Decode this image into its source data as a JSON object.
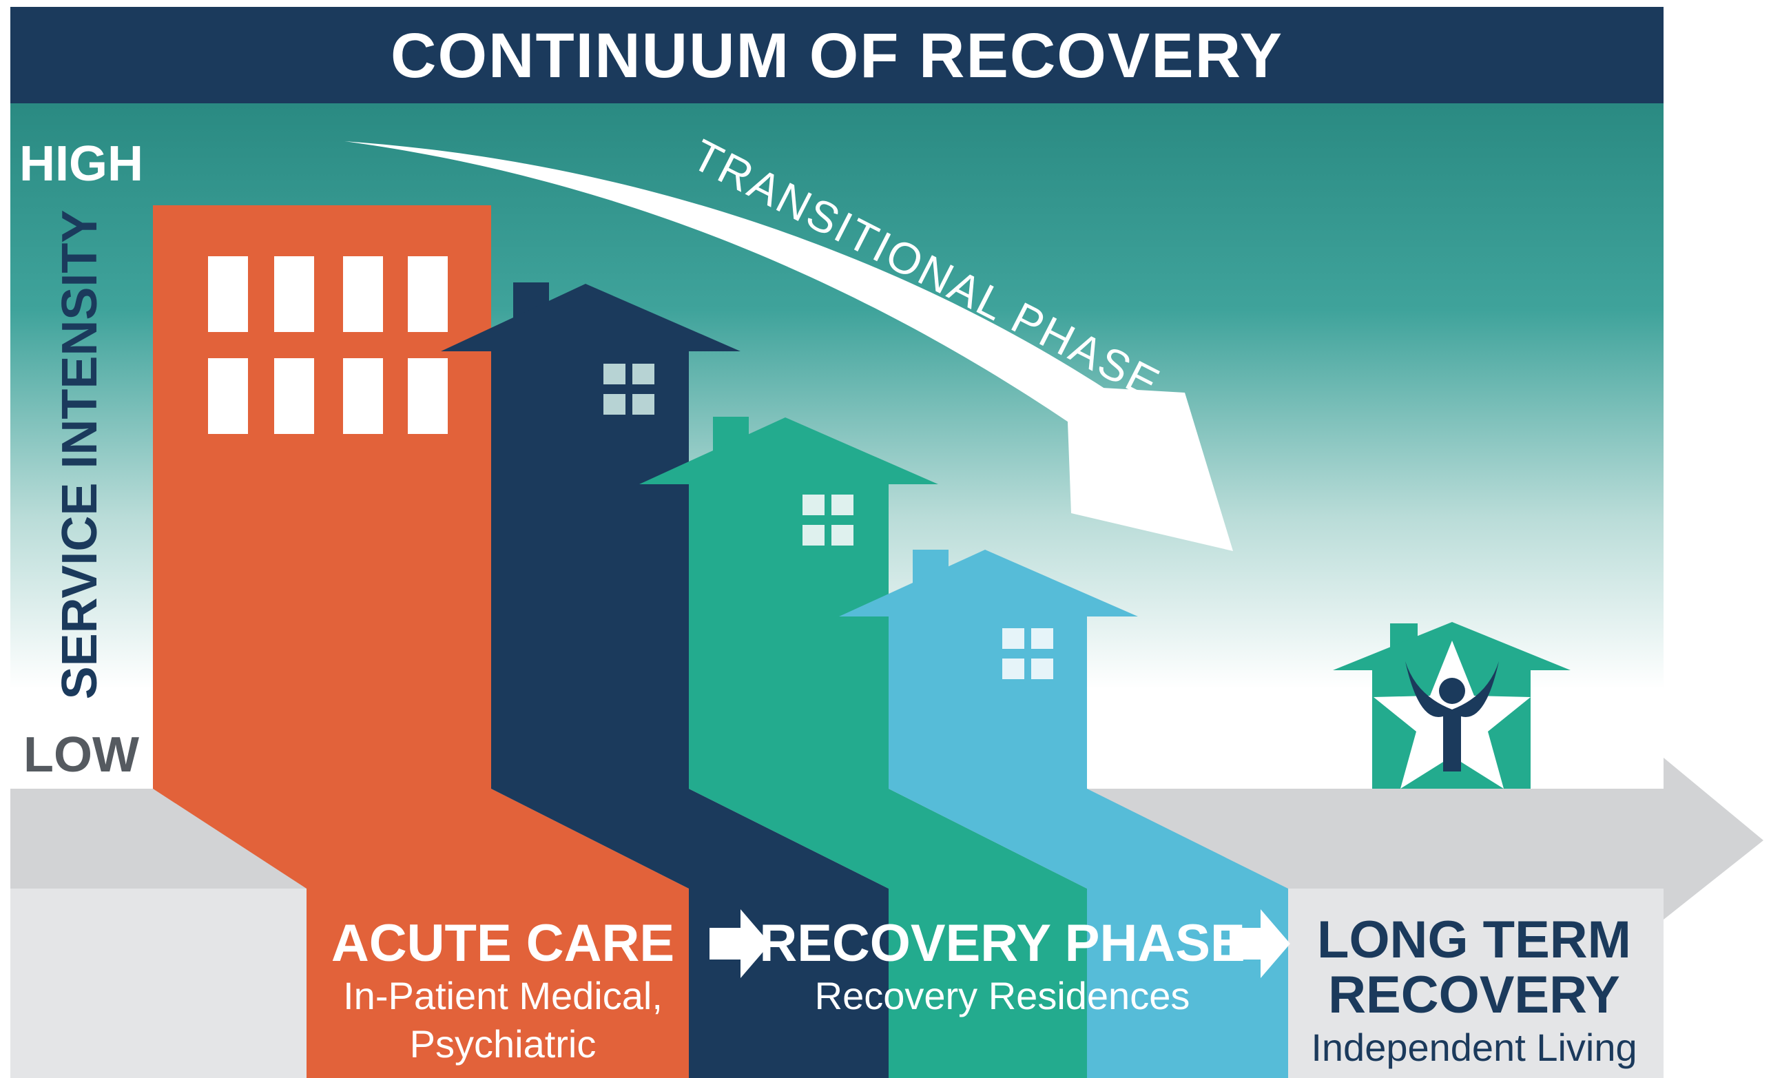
{
  "title": "CONTINUUM OF RECOVERY",
  "y_axis": {
    "label": "SERVICE INTENSITY",
    "high": "HIGH",
    "low": "LOW"
  },
  "transition_label": "TRANSITIONAL PHASE",
  "stages": [
    {
      "title_lines": [
        "ACUTE CARE"
      ],
      "subtitle_lines": [
        "In-Patient Medical,",
        "Psychiatric"
      ]
    },
    {
      "title_lines": [
        "RECOVERY PHASE"
      ],
      "subtitle_lines": [
        "Recovery Residences"
      ]
    },
    {
      "title_lines": [
        "LONG TERM",
        "RECOVERY"
      ],
      "subtitle_lines": [
        "Independent Living"
      ]
    }
  ],
  "colors": {
    "navy": "#1b3a5c",
    "teal_top": "#2f8f86",
    "orange": "#e2623a",
    "green": "#23ab8e",
    "sky": "#56bcd8",
    "gray_road": "#d2d3d5",
    "gray_light": "#e4e5e7"
  },
  "icons": [
    "hospital-building-icon",
    "navy-house-icon",
    "green-house-icon",
    "blue-house-icon",
    "star-person-house-icon",
    "right-arrow-icon"
  ]
}
